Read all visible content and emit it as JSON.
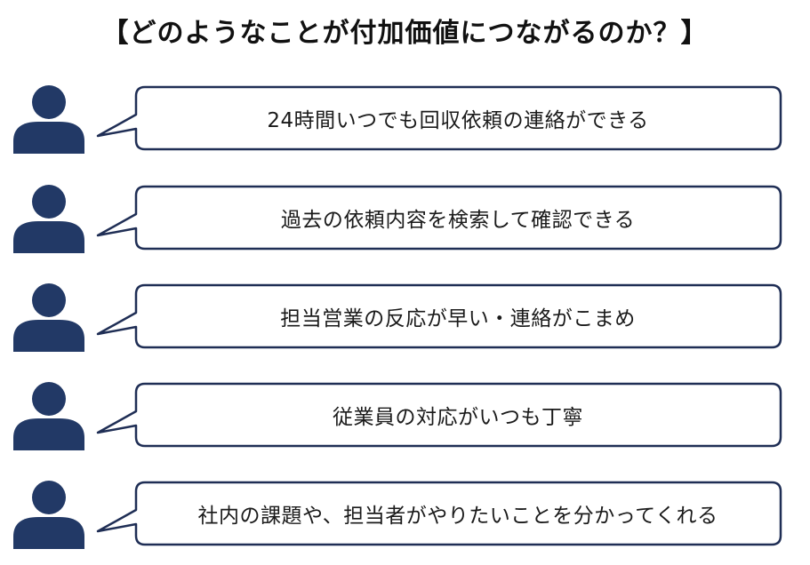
{
  "title": "【どのようなことが付加価値につながるのか？】",
  "colors": {
    "avatar": "#223966",
    "bubble_border": "#1f2e55",
    "bubble_fill": "#ffffff"
  },
  "items": [
    {
      "text": "24時間いつでも回収依頼の連絡ができる",
      "icon": "person-icon"
    },
    {
      "text": "過去の依頼内容を検索して確認できる",
      "icon": "person-icon"
    },
    {
      "text": "担当営業の反応が早い・連絡がこまめ",
      "icon": "person-icon"
    },
    {
      "text": "従業員の対応がいつも丁寧",
      "icon": "person-icon"
    },
    {
      "text": "社内の課題や、担当者がやりたいことを分かってくれる",
      "icon": "person-icon"
    }
  ]
}
